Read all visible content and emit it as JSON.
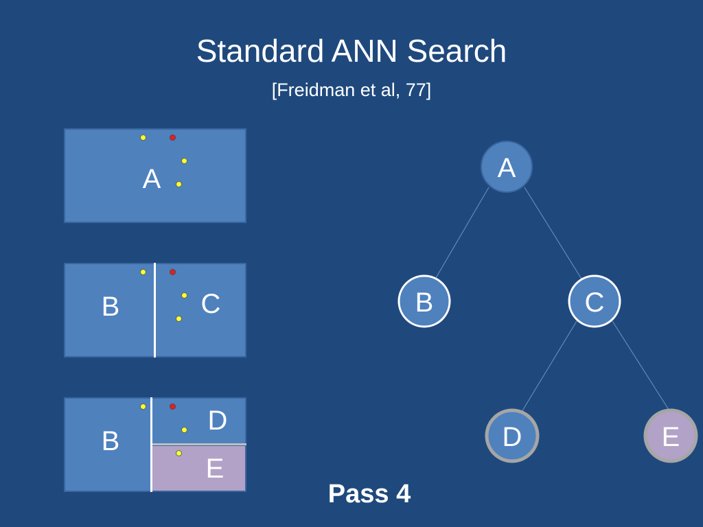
{
  "slide": {
    "title": "Standard ANN Search",
    "subtitle": "[Freidman et al, 77]",
    "pass_label": "Pass 4"
  },
  "partitions": {
    "stage1": {
      "label_a": "A"
    },
    "stage2": {
      "label_b": "B",
      "label_c": "C"
    },
    "stage3": {
      "label_b": "B",
      "label_d": "D",
      "label_e": "E"
    }
  },
  "tree": {
    "nodes": {
      "a": "A",
      "b": "B",
      "c": "C",
      "d": "D",
      "e": "E"
    }
  },
  "colors": {
    "background": "#1f497d",
    "region_blue": "#4f81bd",
    "region_purple": "#b3a2c7",
    "data_point": "#ffff33",
    "query_point": "#e02020"
  }
}
